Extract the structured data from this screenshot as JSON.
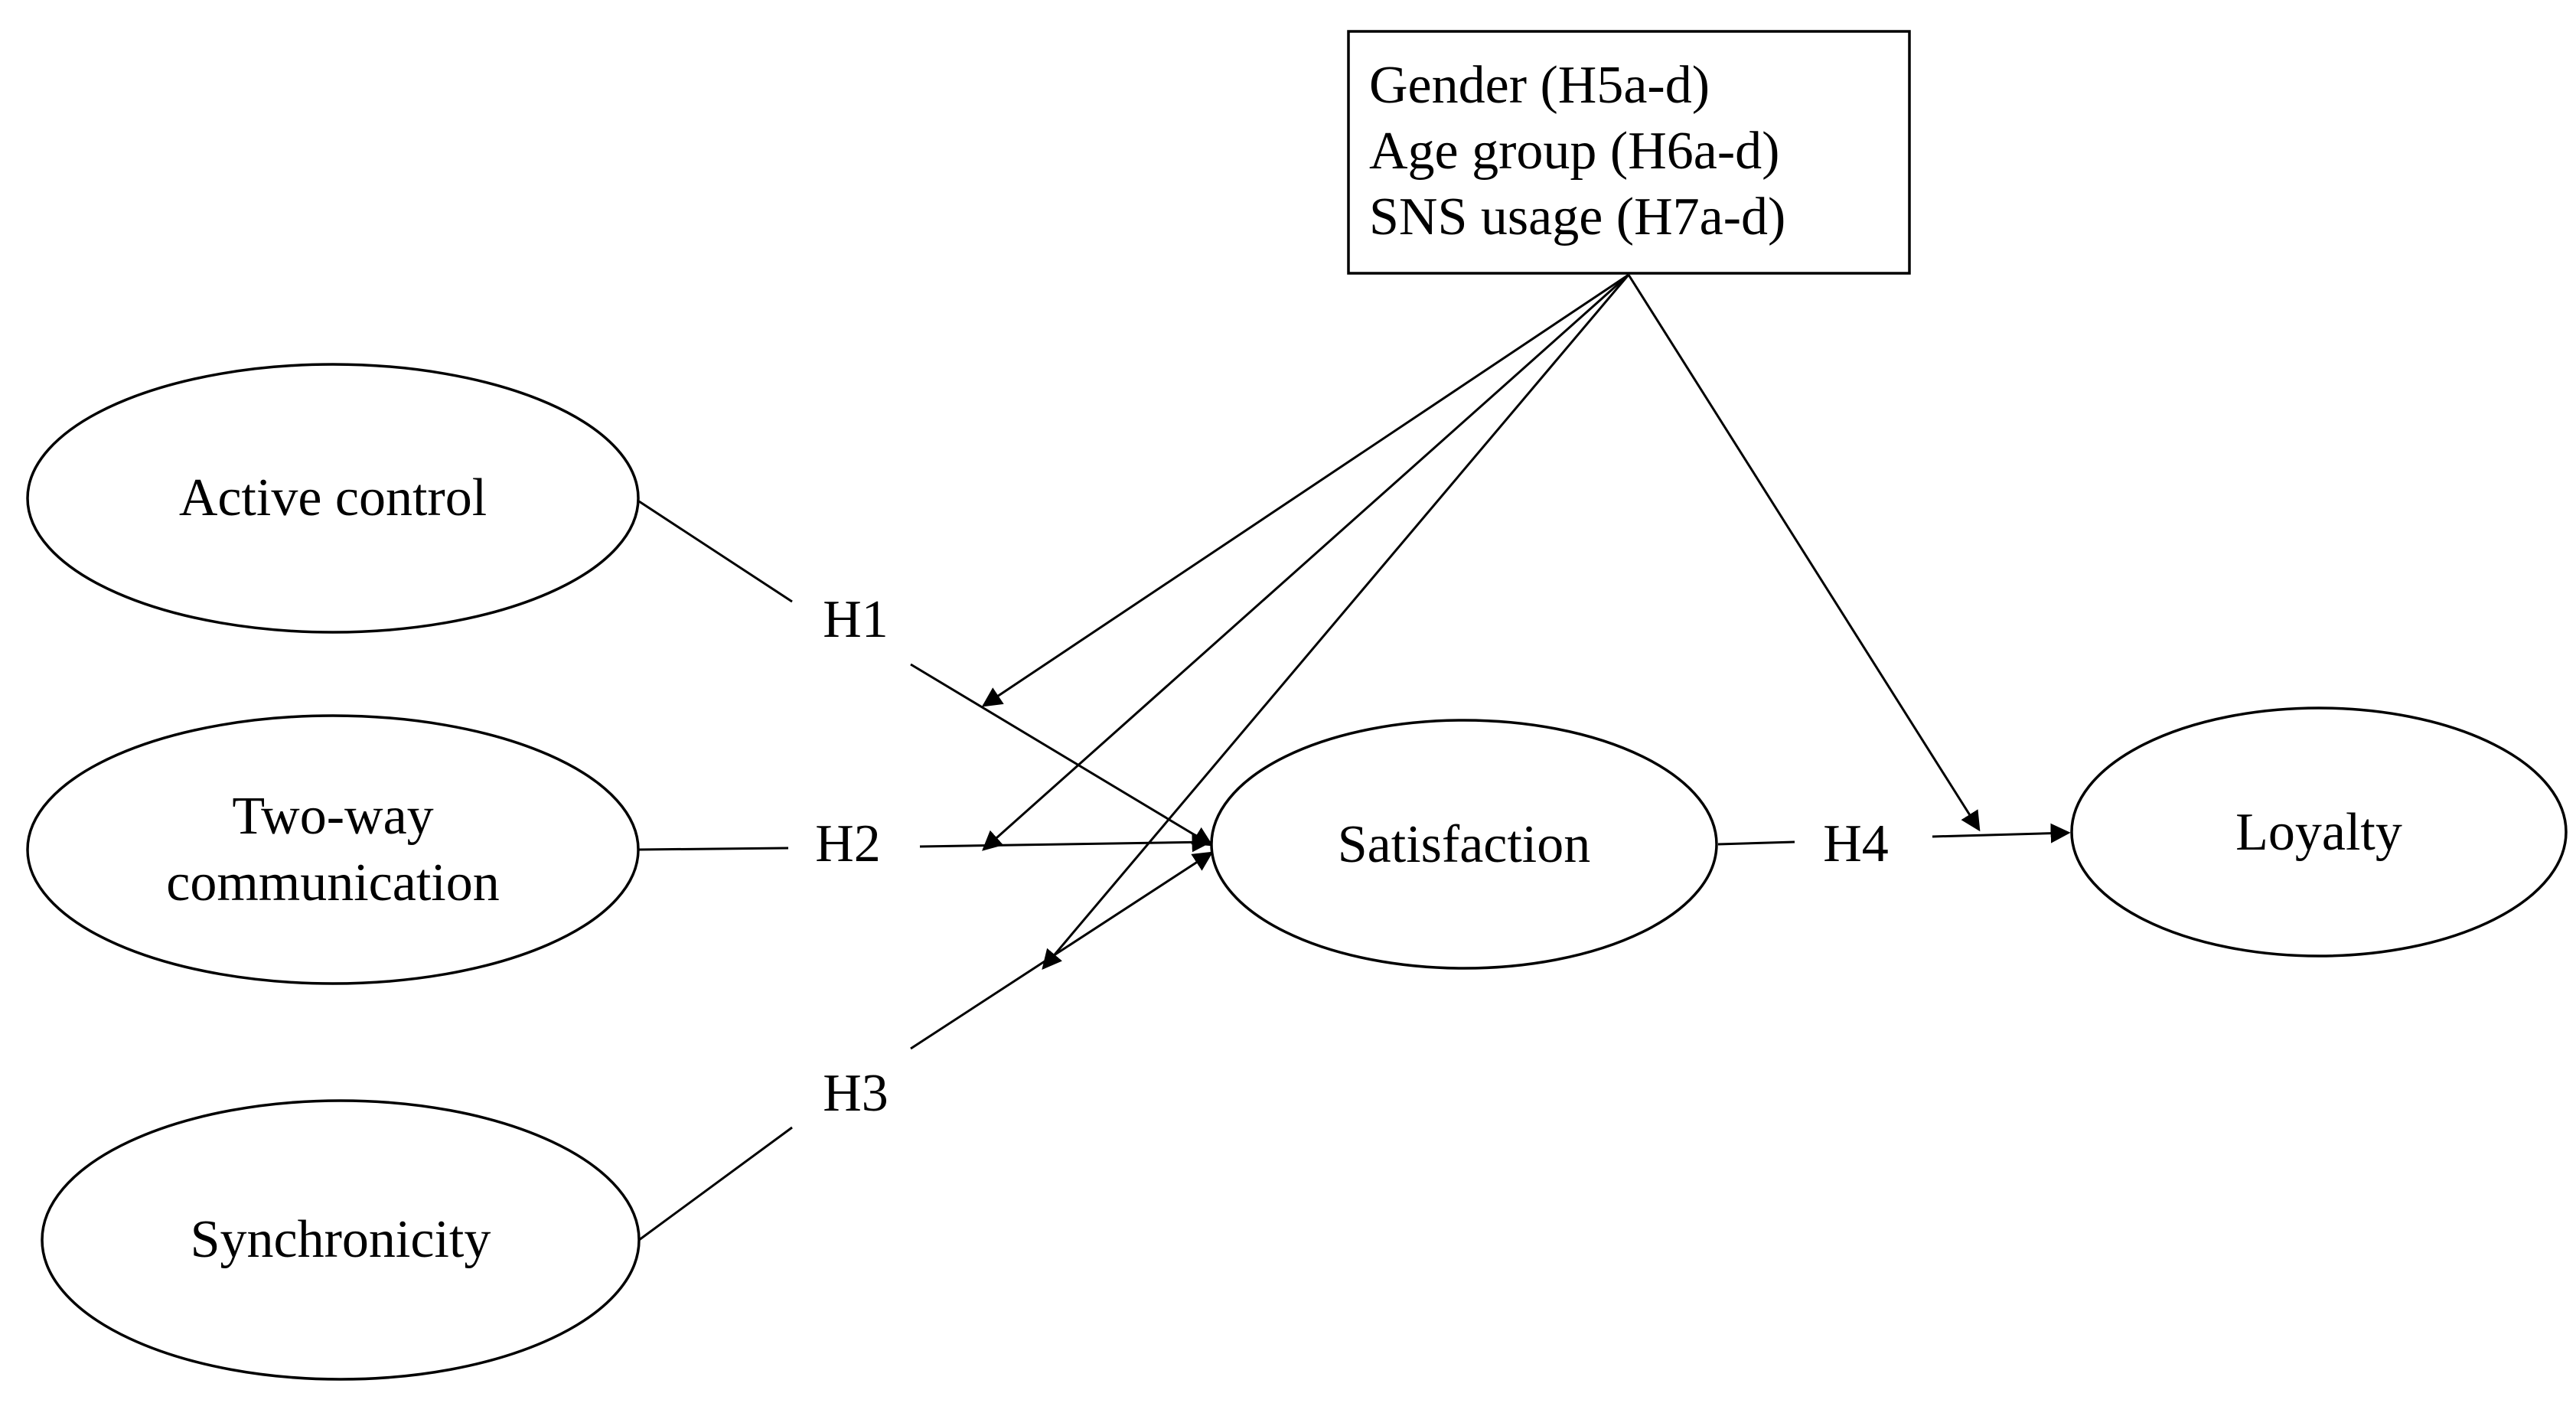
{
  "diagram": {
    "nodes": {
      "active_control": {
        "lines": [
          "Active control"
        ]
      },
      "two_way": {
        "lines": [
          "Two-way",
          "communication"
        ]
      },
      "synchronicity": {
        "lines": [
          "Synchronicity"
        ]
      },
      "satisfaction": {
        "lines": [
          "Satisfaction"
        ]
      },
      "loyalty": {
        "lines": [
          "Loyalty"
        ]
      }
    },
    "moderators": {
      "lines": [
        "Gender (H5a-d)",
        "Age group (H6a-d)",
        "SNS usage (H7a-d)"
      ]
    },
    "hypotheses": {
      "h1": "H1",
      "h2": "H2",
      "h3": "H3",
      "h4": "H4"
    },
    "colors": {
      "stroke": "#000000",
      "fill": "#ffffff",
      "text": "#000000"
    }
  }
}
